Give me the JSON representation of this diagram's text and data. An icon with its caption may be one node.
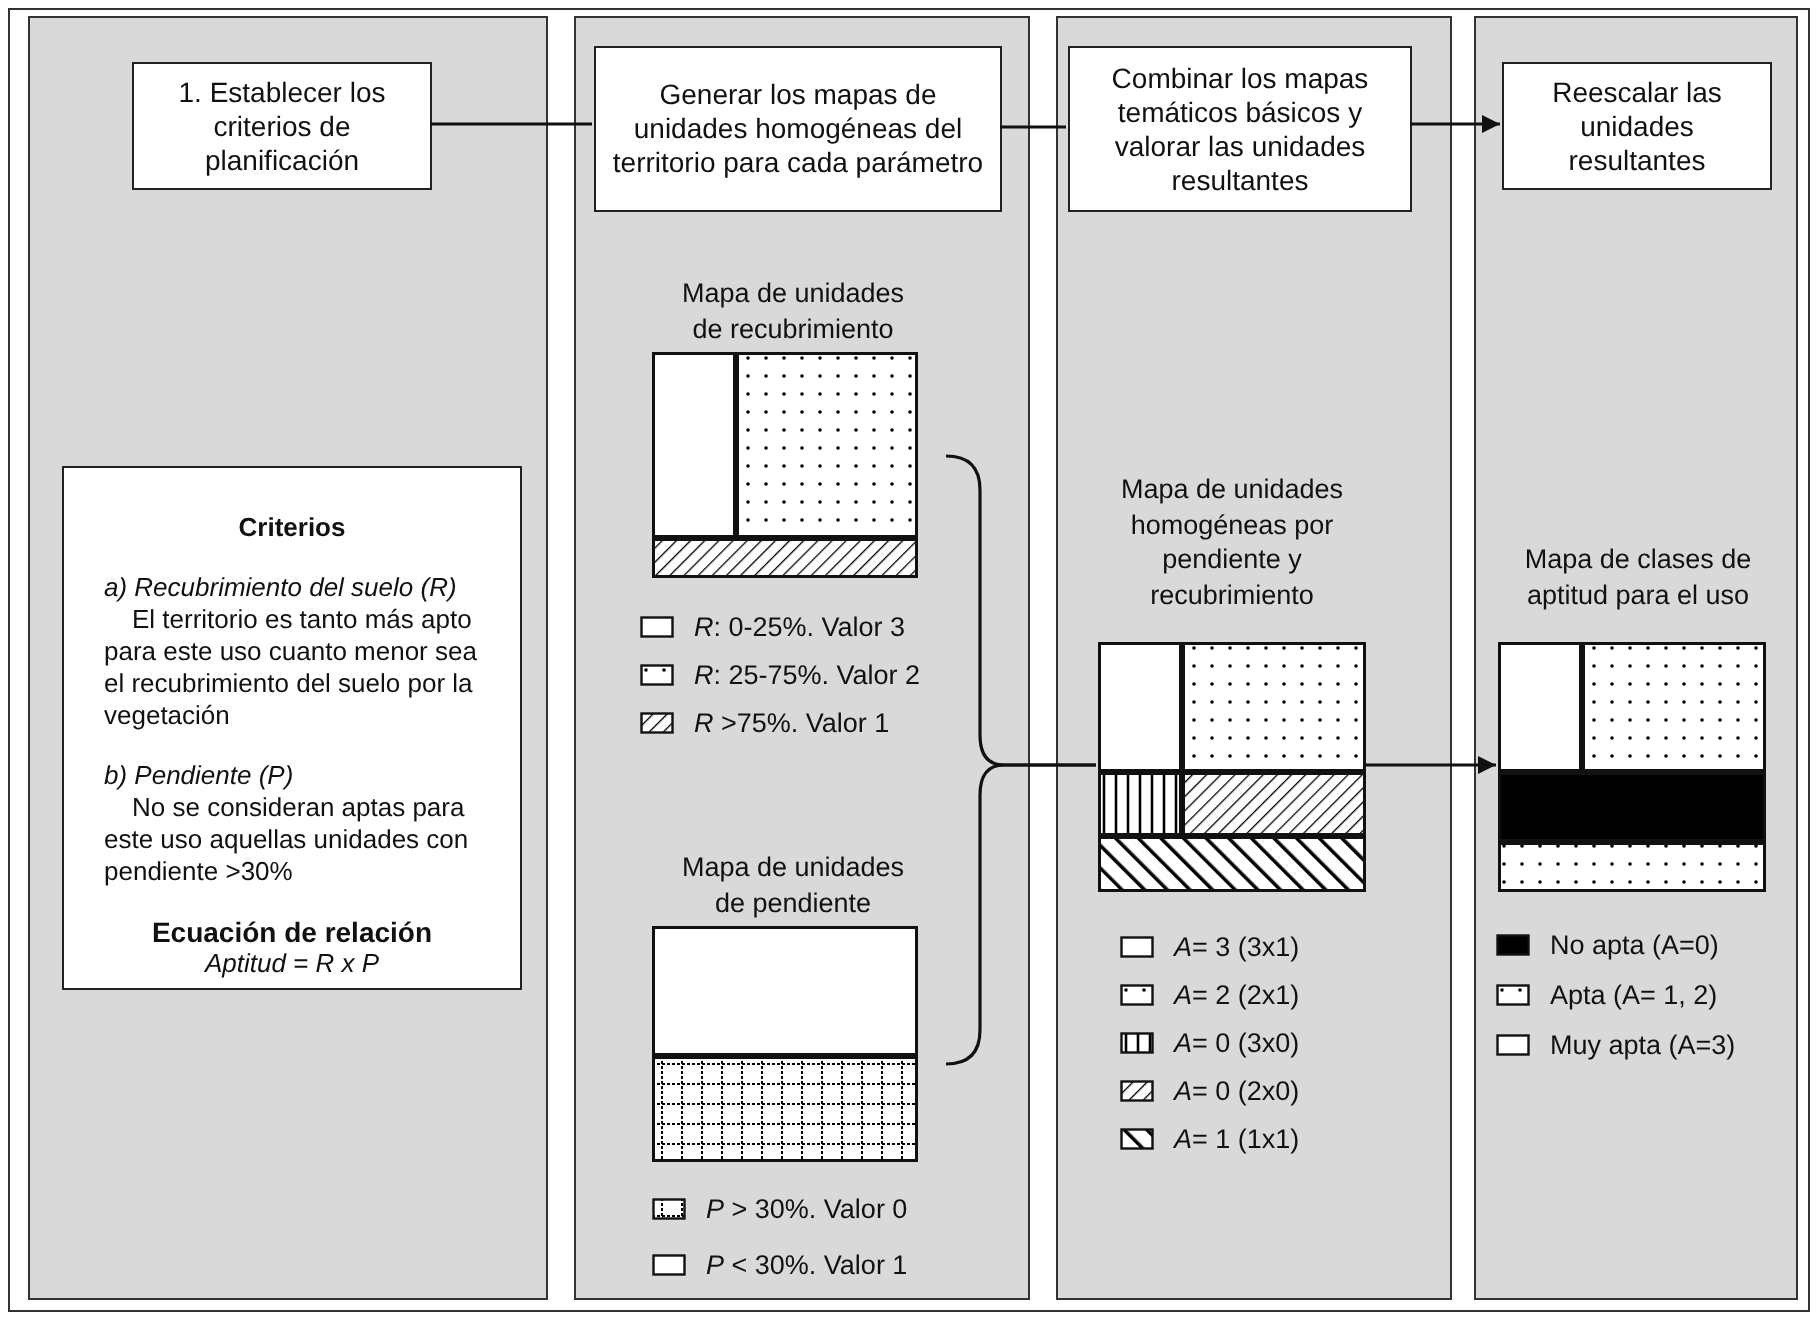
{
  "diagram": {
    "nodes": [
      {
        "text": [],
        "shape": "box"
      },
      {
        "text": [
          "1. Establecer los criterios de planificación"
        ],
        "in": 0
      },
      {
        "text": [
          "Criterios",
          "a) Recubrimiento del suelo (R)",
          "El territorio es tanto más apto para este uso cuanto menor sea el recubrimiento del suelo por la vegetación",
          "b) Pendiente (P)",
          "No se consideran aptas para este uso aquellas unidades con pendiente >30%",
          "Ecuación de relación",
          "Aptitud = R x P"
        ],
        "in": 0
      },
      {
        "text": [],
        "shape": "box"
      },
      {
        "text": [
          "Generar los mapas de unidades homogéneas del territorio para cada parámetro"
        ],
        "in": 3
      },
      {
        "text": [
          "Mapa de unidades de recubrimiento"
        ],
        "in": 3
      },
      {
        "text": [
          "Mapa de unidades de pendiente"
        ],
        "in": 3
      },
      {
        "text": [],
        "shape": "box"
      },
      {
        "text": [
          "Combinar los mapas temáticos básicos y valorar las unidades resultantes"
        ],
        "in": 7
      },
      {
        "text": [
          "Mapa de unidades homogéneas por pendiente y recubrimiento"
        ],
        "in": 7
      },
      {
        "text": [],
        "shape": "box"
      },
      {
        "text": [
          "Reescalar las unidades resultantes"
        ],
        "in": 10
      },
      {
        "text": [
          "Mapa de clases de aptitud para el uso"
        ],
        "in": 10
      }
    ],
    "edges": [
      {
        "from": 1,
        "to": 4,
        "arrow": "none"
      },
      {
        "from": 4,
        "to": 8,
        "arrow": "none"
      },
      {
        "from": 8,
        "to": 11,
        "arrow": "to"
      },
      {
        "from": 5,
        "to": 9,
        "arrow": "none"
      },
      {
        "from": 6,
        "to": 9,
        "arrow": "none"
      },
      {
        "from": 9,
        "to": 12,
        "arrow": "to"
      }
    ],
    "legend": [
      {
        "text": "*R*: 0-25%. Valor 3",
        "color": "#ffffff"
      },
      {
        "text": "*R*: 25-75%. Valor 2"
      },
      {
        "text": "*R* >75%. Valor 1"
      },
      {
        "text": "*P* > 30%. Valor 0"
      },
      {
        "text": "*P* < 30%. Valor 1",
        "color": "#ffffff"
      },
      {
        "text": "*A*= 3 (3x1)",
        "color": "#ffffff"
      },
      {
        "text": "*A*= 2 (2x1)"
      },
      {
        "text": "*A*= 0 (3x0)"
      },
      {
        "text": "*A*= 0 (2x0)"
      },
      {
        "text": "*A*= 1 (1x1)"
      },
      {
        "text": "No apta (A=0)",
        "color": "#000000"
      },
      {
        "text": "Apta (A= 1, 2)"
      },
      {
        "text": "Muy apta (A=3)",
        "color": "#ffffff"
      }
    ]
  }
}
